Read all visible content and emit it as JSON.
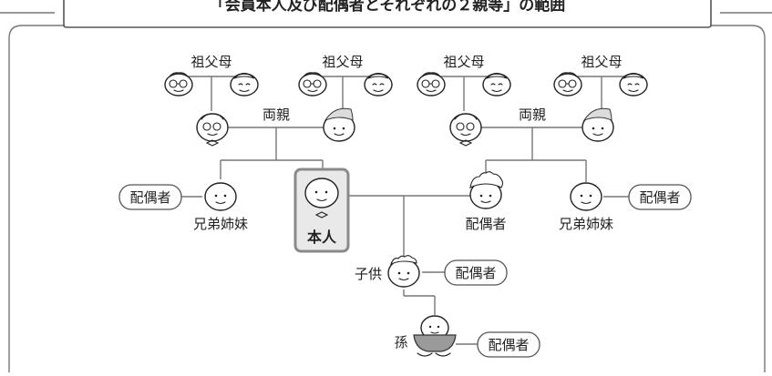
{
  "title": "「会員本人及び配偶者とそれぞれの２親等」の範囲",
  "labels": {
    "grandparents": "祖父母",
    "parents": "両親",
    "spouse": "配偶者",
    "siblings": "兄弟姉妹",
    "self": "本人",
    "child": "子供",
    "grandchild": "孫"
  }
}
